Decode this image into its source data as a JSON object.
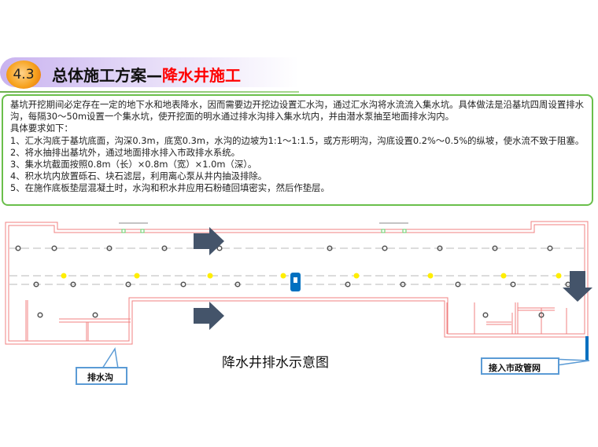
{
  "header": {
    "section_number": "4.3",
    "title_main": "总体施工方案—",
    "title_highlight": "降水井施工"
  },
  "description": {
    "paragraph": "基坑开挖期间必定存在一定的地下水和地表降水，因而需要边开挖边设置汇水沟，通过汇水沟将水流流入集水坑。具体做法是沿基坑四周设置排水沟，每隔30～50m设置一个集水坑，使开挖面的明水通过排水沟排入集水坑内，并由潜水泵抽至地面排水沟内。",
    "requirements_heading": "具体要求如下：",
    "items": [
      "1、汇水沟底于基坑底面，沟深0.3m，底宽0.3m，水沟的边坡为1:1～1:1.5，或方形明沟，沟底设置0.2%～0.5%的纵坡，使水流不致于阻塞。",
      "2、将水抽排出基坑外，通过地面排水排入市政排水系统。",
      "3、集水坑截面按照0.8m（长）×0.8m（宽）×1.0m（深）。",
      "4、积水坑内放置砾石、块石滤层，利用离心泵从井内抽汲排除。",
      "5、在施作底板垫层混凝土时，水沟和积水井应用石粉碴回填密实，然后作垫层。"
    ]
  },
  "diagram": {
    "caption": "降水井排水示意图",
    "callout_drain": "排水沟",
    "callout_municipal": "接入市政管网",
    "colors": {
      "wall": "#f08080",
      "well": "#555555",
      "pump_point": "#ffee00",
      "arrow": "#44546a",
      "pump": "#0070c0",
      "callout_border": "#5b9bd5"
    }
  }
}
